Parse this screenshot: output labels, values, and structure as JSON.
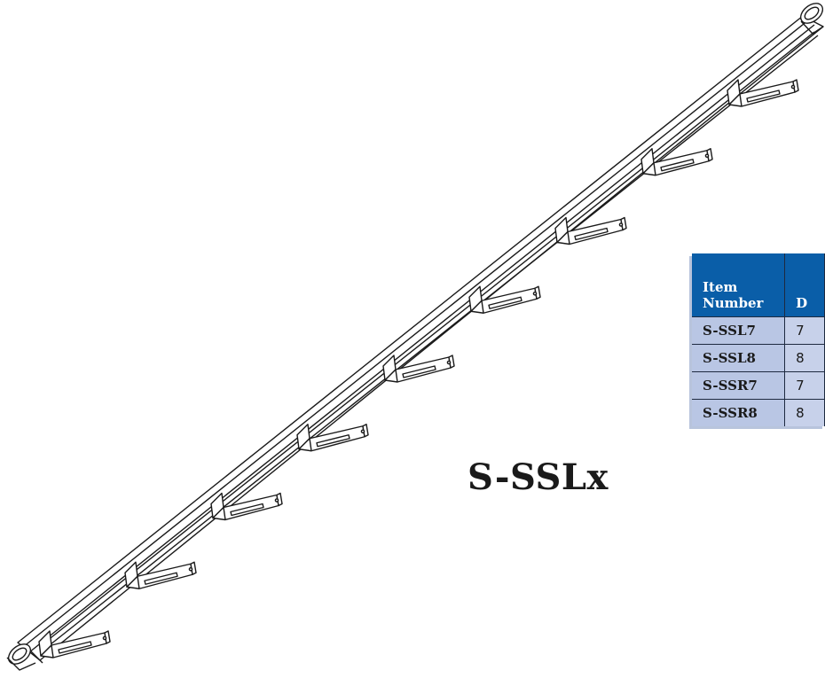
{
  "drawing": {
    "title": "S-SSLx",
    "bracket_count": 9,
    "colors": {
      "line": "#1a1a1a",
      "fill": "#ffffff"
    }
  },
  "table": {
    "headers": [
      "Item\nNumber",
      "D"
    ],
    "rows": [
      {
        "item": "S-SSL7",
        "desc": "7"
      },
      {
        "item": "S-SSL8",
        "desc": "8"
      },
      {
        "item": "S-SSR7",
        "desc": "7"
      },
      {
        "item": "S-SSR8",
        "desc": "8"
      }
    ],
    "colors": {
      "header_bg": "#0a5ea8",
      "row_bg": "#b9c6e4",
      "header_text": "#ffffff"
    }
  }
}
